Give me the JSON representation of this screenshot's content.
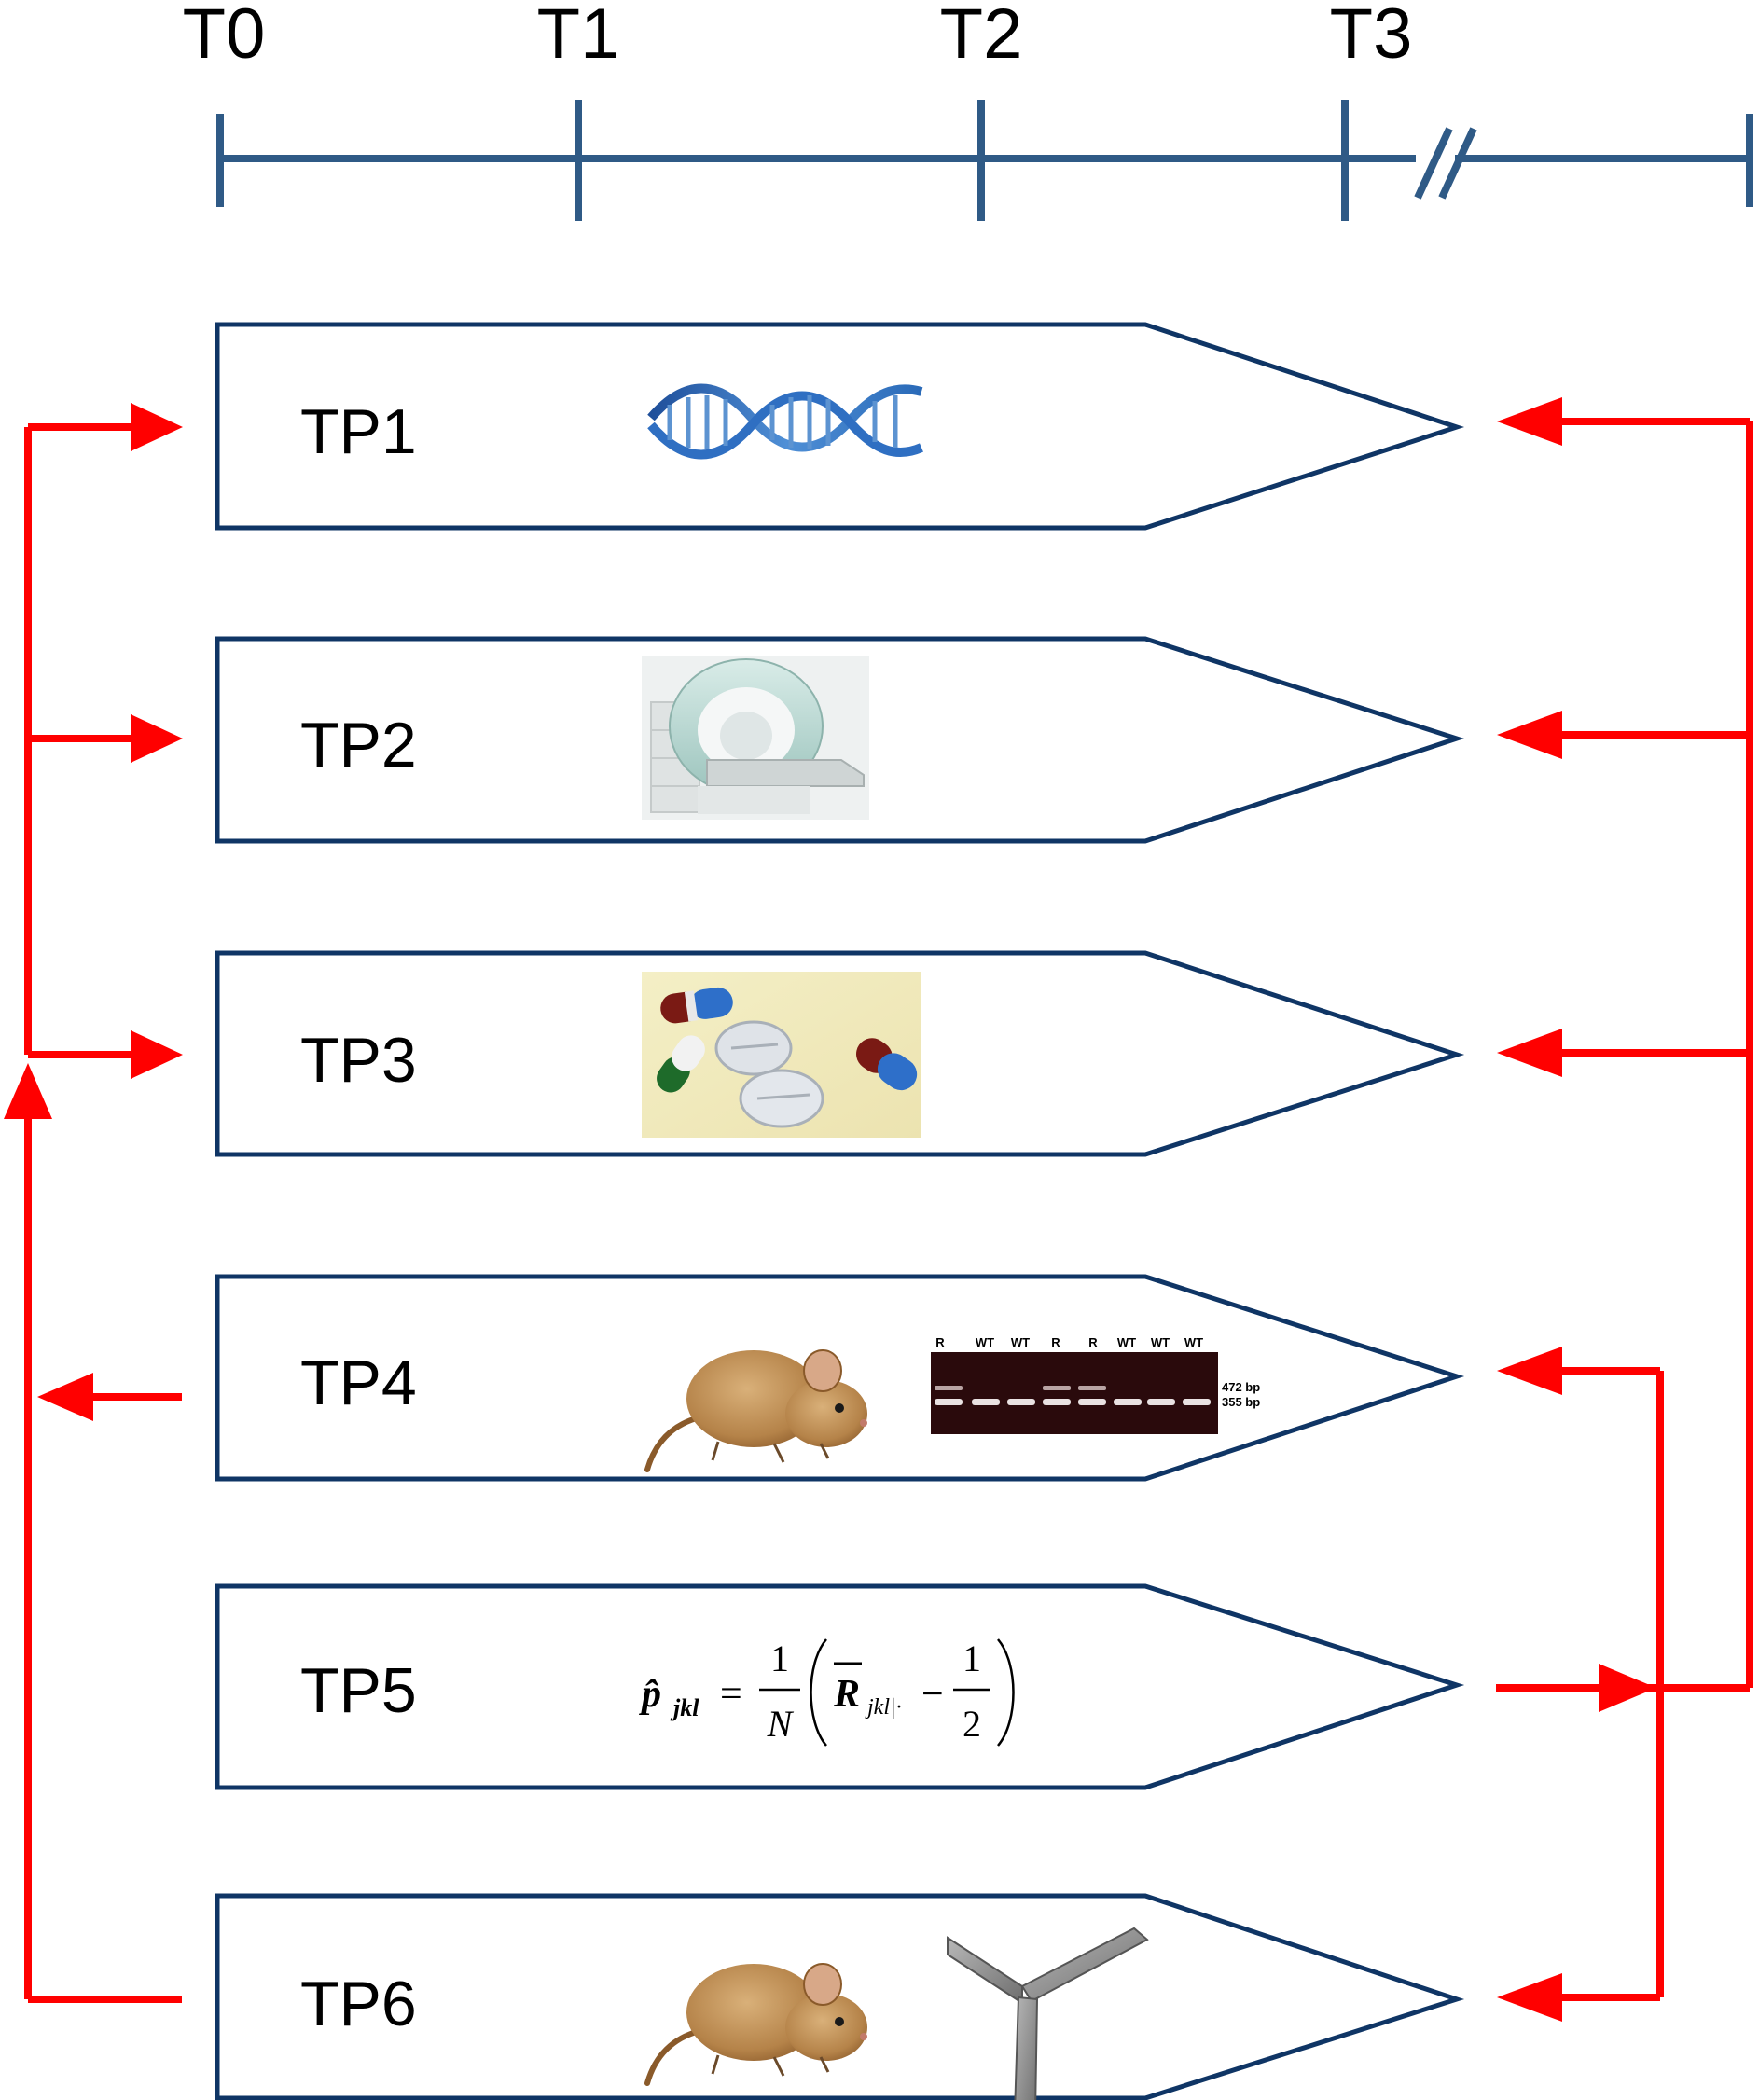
{
  "colors": {
    "timeline": "#2f5a86",
    "box_border": "#0f3565",
    "arrow": "#ff0000"
  },
  "timeline": {
    "ticks": [
      "T0",
      "T1",
      "T2",
      "T3"
    ]
  },
  "modules": [
    {
      "label": "TP1",
      "icon": "dna-helix-icon"
    },
    {
      "label": "TP2",
      "icon": "mri-scanner-icon"
    },
    {
      "label": "TP3",
      "icon": "pills-icon"
    },
    {
      "label": "TP4",
      "icon": "mouse-icon"
    },
    {
      "label": "TP5",
      "icon": "formula"
    },
    {
      "label": "TP6",
      "icon": "mouse-icon"
    }
  ],
  "gel": {
    "lanes": [
      "R",
      "WT",
      "WT",
      "R",
      "R",
      "WT",
      "WT",
      "WT"
    ],
    "bands": [
      "472 bp",
      "355 bp"
    ]
  },
  "formula": {
    "p_hat": "p̂",
    "p_sub": "jkl",
    "equals": "=",
    "one": "1",
    "n": "N",
    "r": "R",
    "r_sub": "jkl|·",
    "minus": "−",
    "half_num": "1",
    "half_den": "2"
  }
}
